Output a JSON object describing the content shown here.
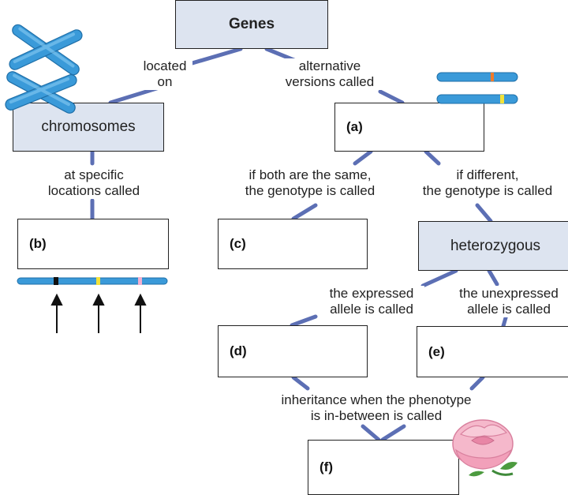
{
  "colors": {
    "connector": "#5c6fb4",
    "box_border": "#222222",
    "box_fill_shaded": "#dde4f0",
    "chromosome_blue": "#3a9ad9",
    "flower_pink": "#f2a7c0"
  },
  "nodes": {
    "genes": "Genes",
    "chromosomes": "chromosomes",
    "a": "(a)",
    "b": "(b)",
    "c": "(c)",
    "heterozygous": "heterozygous",
    "d": "(d)",
    "e": "(e)",
    "f": "(f)"
  },
  "labels": {
    "located_on": [
      "located",
      "on"
    ],
    "alternative_versions": [
      "alternative",
      "versions called"
    ],
    "specific_locations": [
      "at specific",
      "locations called"
    ],
    "both_same": [
      "if both are the same,",
      "the genotype is called"
    ],
    "different": [
      "if different,",
      "the genotype is called"
    ],
    "expressed": [
      "the expressed",
      "allele is called"
    ],
    "unexpressed": [
      "the unexpressed",
      "allele is called"
    ],
    "in_between": [
      "inheritance when the phenotype",
      "is in-between is called"
    ]
  },
  "icons": {
    "chromosome_pair": "chromosome-pair-icon",
    "allele_chromosomes": "allele-chromosomes-icon",
    "locus_chromosome": "locus-chromosome-icon",
    "rose": "pink-rose-icon"
  }
}
